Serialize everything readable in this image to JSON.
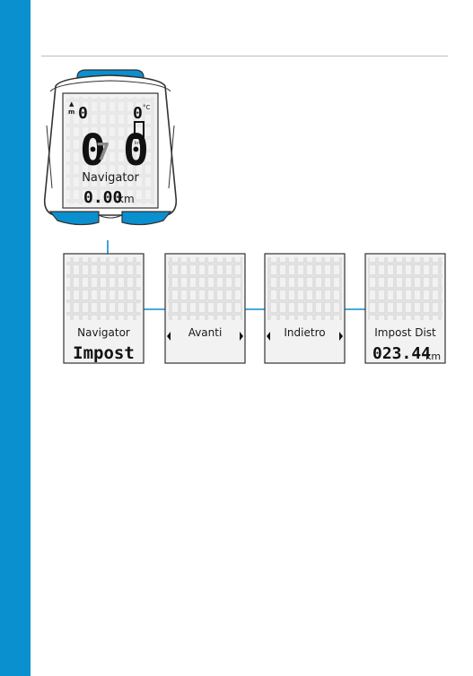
{
  "colors": {
    "accent": "#0a8fcf",
    "lcd_bg": "#f2f2f2",
    "lcd_ghost": "#dcdcdc",
    "outline": "#333333"
  },
  "device": {
    "top_left_value": "0",
    "top_right_value": "0",
    "temp_unit": "°C",
    "main_left_value": "0",
    "main_small_value": "7",
    "main_right_value": "0",
    "speed_unit": "km/h",
    "menu_label": "Navigator",
    "distance_value": "0.00",
    "distance_unit": "km"
  },
  "screens": [
    {
      "label": "Navigator",
      "value": "Impost",
      "unit": "",
      "arrows": false
    },
    {
      "label": "Avanti",
      "value": "",
      "unit": "",
      "arrows": true
    },
    {
      "label": "Indietro",
      "value": "",
      "unit": "",
      "arrows": true
    },
    {
      "label": "Impost Dist",
      "value": "023.44",
      "unit": "km",
      "arrows": false
    }
  ]
}
